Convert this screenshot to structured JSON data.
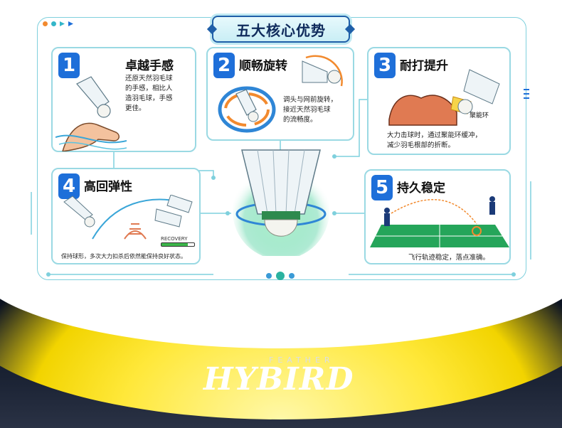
{
  "title": "五大核心优势",
  "colors": {
    "frame": "#7fd0dd",
    "number_badge": "#1e6fd9",
    "title_border": "#1f5fa8",
    "bottom_glow": "#f2d400",
    "bottom_dark": "#0b1220"
  },
  "cards": [
    {
      "number": "1",
      "title": "卓越手感",
      "desc": [
        "还原天然羽毛球",
        "的手感，相比人",
        "造羽毛球，手感",
        "更佳。"
      ]
    },
    {
      "number": "2",
      "title": "顺畅旋转",
      "desc": [
        "调头与网前旋转，",
        "接近天然羽毛球",
        "的流畅度。"
      ]
    },
    {
      "number": "3",
      "title": "耐打提升",
      "label": "聚能环",
      "desc": [
        "大力击球时，通过聚能环缓冲，",
        "减少羽毛根部的折断。"
      ]
    },
    {
      "number": "4",
      "title": "高回弹性",
      "label": "RECOVERY",
      "desc": [
        "保持球形，多次大力扣杀后依然能保持良好状态。"
      ]
    },
    {
      "number": "5",
      "title": "持久稳定",
      "desc": [
        "飞行轨迹稳定，落点准确。"
      ]
    }
  ],
  "brand": {
    "name": "HYBIRD",
    "sub": "FEATHER"
  }
}
